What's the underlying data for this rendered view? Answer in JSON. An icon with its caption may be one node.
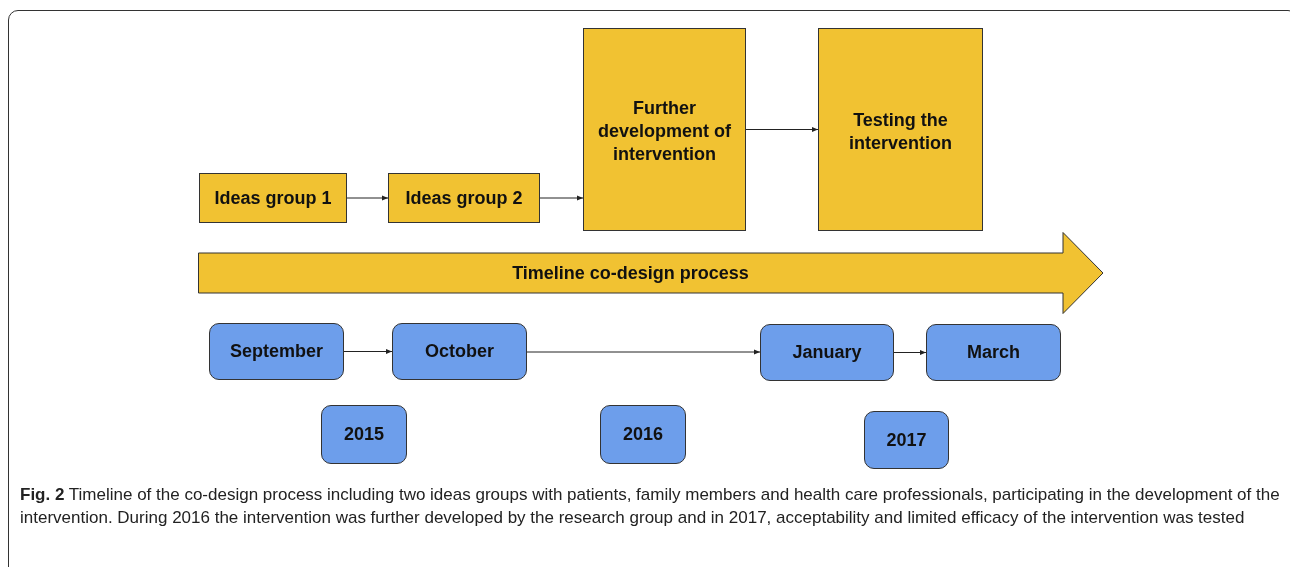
{
  "diagram": {
    "caption": "**Fig. 2** Timeline of the co-design process including two ideas groups with patients, family members and health care professionals, participating in the development of the intervention. During 2016 the intervention was further developed by the research group and in 2017, acceptability and limited efficacy of the intervention was tested",
    "nodes": [
      {
        "text": [
          "Ideas group 1"
        ]
      },
      {
        "text": [
          "Ideas group 2"
        ]
      },
      {
        "text": [
          "Further development of intervention"
        ]
      },
      {
        "text": [
          "Testing the intervention"
        ]
      },
      {
        "text": [
          "Timeline co-design process"
        ]
      },
      {
        "text": [
          "September"
        ]
      },
      {
        "text": [
          "October"
        ]
      },
      {
        "text": [
          "January"
        ]
      },
      {
        "text": [
          "March"
        ]
      },
      {
        "text": [
          "2015"
        ]
      },
      {
        "text": [
          "2016"
        ]
      },
      {
        "text": [
          "2017"
        ]
      }
    ],
    "edges": [
      {
        "from": 0,
        "to": 1,
        "arrow": "to"
      },
      {
        "from": 1,
        "to": 2,
        "arrow": "to"
      },
      {
        "from": 2,
        "to": 3,
        "arrow": "to"
      },
      {
        "from": 5,
        "to": 6,
        "arrow": "to"
      },
      {
        "from": 6,
        "to": 7,
        "arrow": "to"
      },
      {
        "from": 7,
        "to": 8,
        "arrow": "to"
      }
    ]
  }
}
